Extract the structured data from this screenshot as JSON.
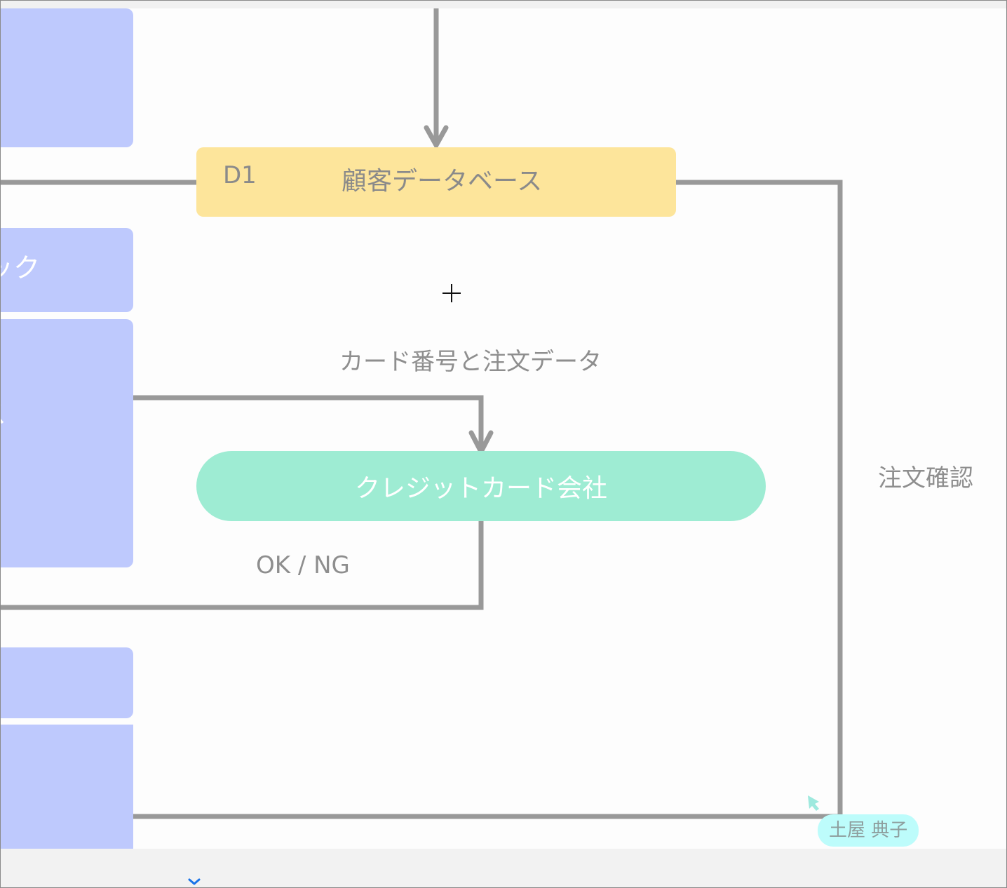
{
  "diagram": {
    "data_store": {
      "id": "D1",
      "name": "顧客データベース"
    },
    "external_entity": {
      "name": "クレジットカード会社"
    },
    "lanes": [
      {
        "label": ""
      },
      {
        "label": "ック"
      },
      {
        "label": "ス"
      },
      {
        "label": ""
      },
      {
        "label": ""
      }
    ],
    "flows": {
      "card_and_order": "カード番号と注文データ",
      "ok_ng": "OK / NG",
      "order_confirm": "注文確認"
    }
  },
  "collaborator": {
    "name": "土屋 典子"
  },
  "colors": {
    "lane": "#bec9fd",
    "store": "#fde59b",
    "entity": "#9eecd3",
    "line": "#999999",
    "cursor": "#bdfcfb",
    "scroll_indicator": "#1a73e8"
  },
  "icons": {
    "crosshair": "crosshair-cursor-icon",
    "collaborator_pointer": "collaborator-pointer-icon",
    "scroll_down": "chevron-down-icon"
  }
}
